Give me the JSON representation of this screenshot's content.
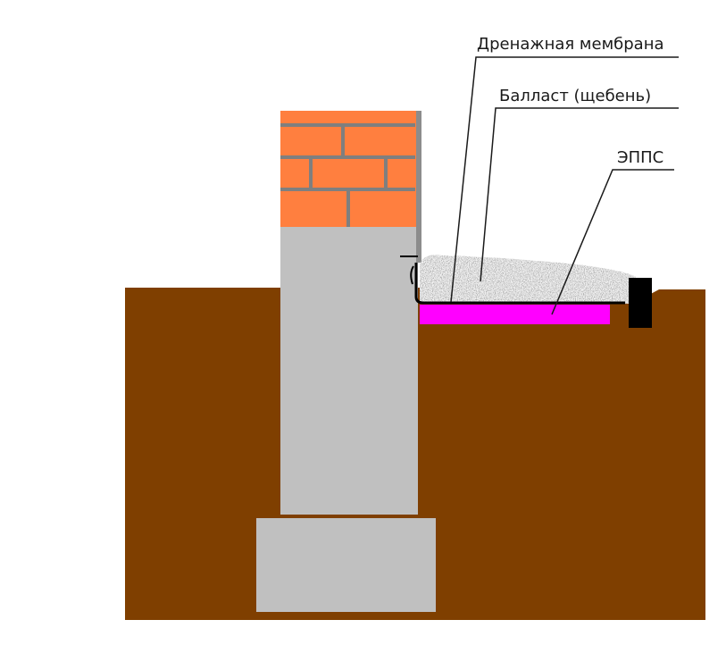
{
  "labels": {
    "drainage_membrane": "Дренажная мембрана",
    "ballast": "Балласт (щебень)",
    "xps": "ЭППС"
  },
  "colors": {
    "soil": "#7F3F00",
    "concrete": "#C0C0C0",
    "brick": "#FF7F3F",
    "mortar": "#7F7F7F",
    "xps": "#FF00FF",
    "gravel": "#9A9A9A",
    "membrane": "#000000"
  }
}
